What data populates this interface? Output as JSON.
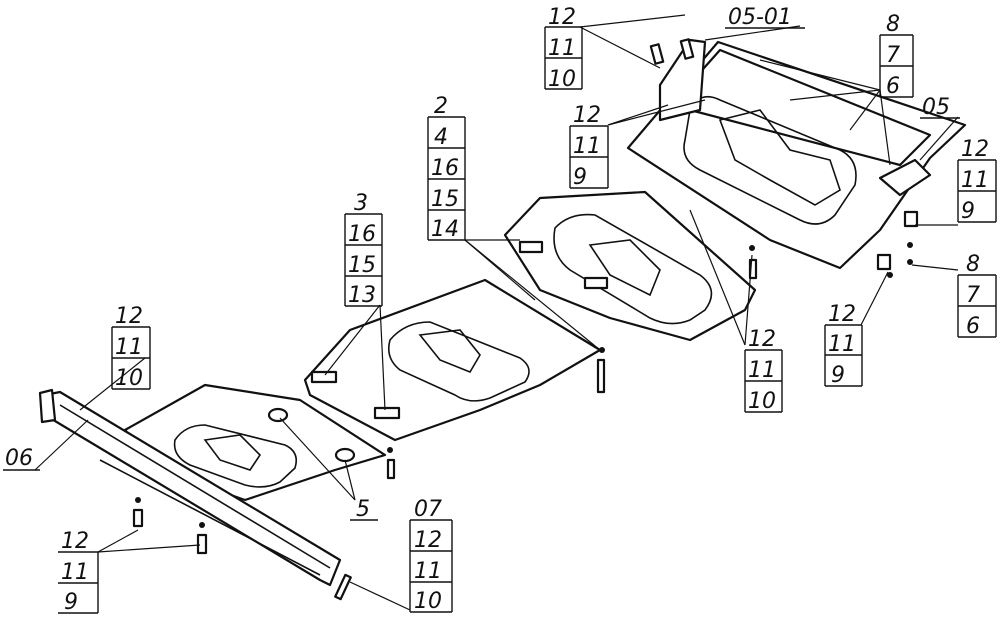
{
  "callouts": {
    "top_center": [
      "12",
      "11",
      "10"
    ],
    "top_05_01": "05-01",
    "top_right": [
      "8",
      "7",
      "6"
    ],
    "mid_upper_left": [
      "12",
      "11",
      "9"
    ],
    "label_05": "05",
    "right_upper": [
      "12",
      "11",
      "9"
    ],
    "right_lower": [
      "8",
      "7",
      "6"
    ],
    "center_stack": [
      "2",
      "4",
      "16",
      "15",
      "14"
    ],
    "left_stack": [
      "3",
      "16",
      "15",
      "13"
    ],
    "mid_lower_right": [
      "12",
      "11",
      "10"
    ],
    "right_bottom": [
      "12",
      "11",
      "9"
    ],
    "left_upper": [
      "12",
      "11",
      "10"
    ],
    "label_06": "06",
    "label_5": "5",
    "left_bottom": [
      "12",
      "11",
      "9"
    ],
    "label_07": "07",
    "bottom_center": [
      "12",
      "11",
      "10"
    ]
  }
}
